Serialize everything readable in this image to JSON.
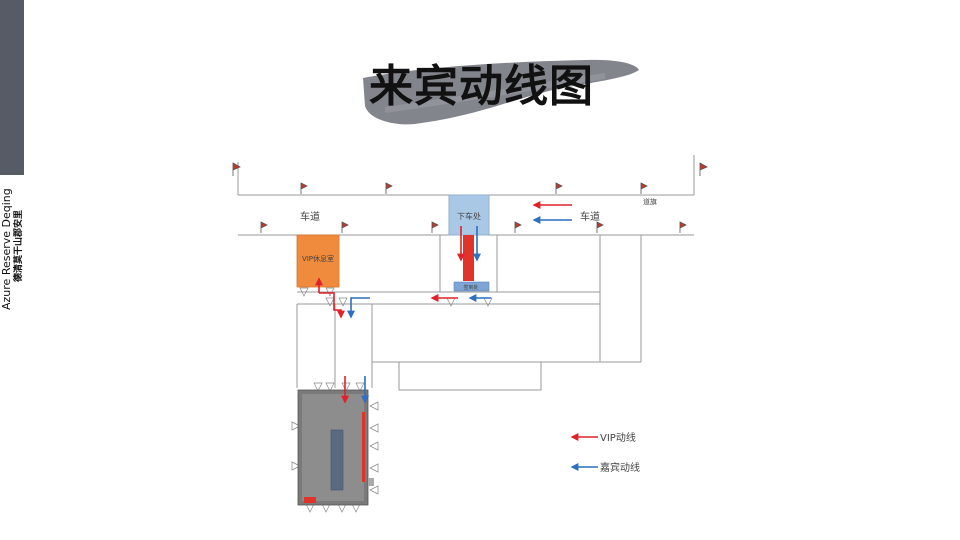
{
  "brand": {
    "name_en": "Azure Reserve Deqing",
    "name_cn": "德清莫干山郡安里"
  },
  "title": "来宾动线图",
  "diagram": {
    "road_label_left": "车道",
    "road_label_right": "车道",
    "flag_label": "道旗",
    "vip_lounge_label": "VIP休息室",
    "dropoff_label": "下车处",
    "checkin_label": "签到处"
  },
  "legend": {
    "items": [
      {
        "label": "VIP动线",
        "color": "#e0202a"
      },
      {
        "label": "嘉宾动线",
        "color": "#2d6fc0"
      }
    ]
  },
  "colors": {
    "vip": "#e0202a",
    "guest": "#2d6fc0",
    "vip_lounge_fill": "#f08a3c",
    "dropoff_fill": "#a9c8e6",
    "carpet": "#e0342a",
    "hall_fill": "#7a7a7a",
    "sidebar": "#575b66"
  }
}
